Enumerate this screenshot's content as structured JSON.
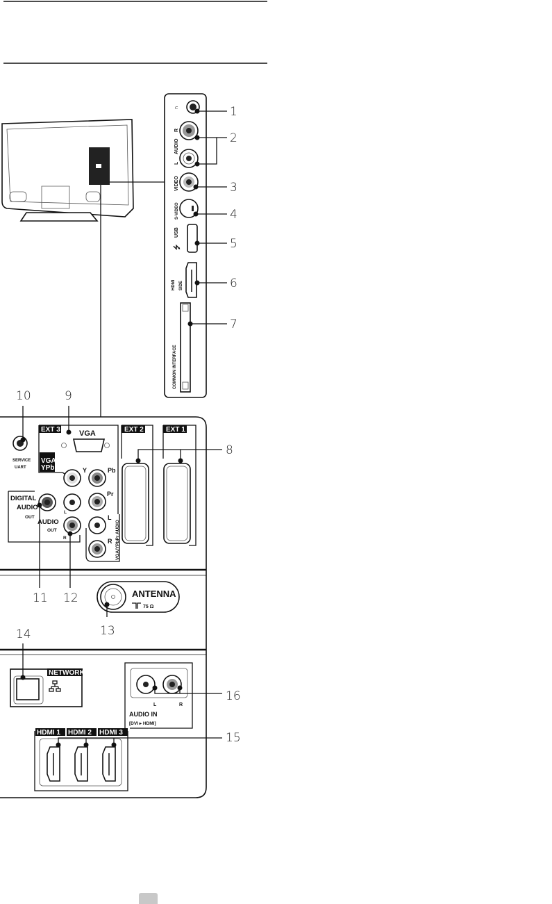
{
  "side_panel": {
    "labels": {
      "headphone": "∩",
      "audio_r": "R",
      "audio": "AUDIO",
      "audio_l": "L",
      "video": "VIDEO",
      "svideo": "S-VIDEO",
      "usb": "USB",
      "hdmi_side_1": "HDMI",
      "hdmi_side_2": "SIDE",
      "common_interface": "COMMON INTERFACE"
    },
    "callouts": [
      "1",
      "2",
      "3",
      "4",
      "5",
      "6",
      "7"
    ]
  },
  "rear_panel": {
    "labels": {
      "service_1": "SERVICE",
      "service_2": "UART",
      "ext3": "EXT 3",
      "vga": "VGA",
      "vga_ypbpr_1": "VGA +",
      "vga_ypbpr_2": "YPbPr",
      "y": "Y",
      "pb": "Pb",
      "pr": "Pr",
      "l": "L",
      "r": "R",
      "vga_ypbpr_audio": "VGA/YPbPr AUDIO",
      "ext2": "EXT 2",
      "ext1": "EXT 1",
      "digital_1": "DIGITAL",
      "digital_2": "AUDIO",
      "digital_3": "OUT",
      "audio_out_l": "L",
      "audio_out_1": "AUDIO",
      "audio_out_2": "OUT",
      "audio_out_r": "R",
      "antenna": "ANTENNA",
      "antenna_ohm": "75 Ω",
      "network": "NETWORK",
      "audio_in_l": "L",
      "audio_in_r": "R",
      "audio_in": "AUDIO IN",
      "audio_in_sub": "[DVI ▸ HDMI]",
      "hdmi1": "HDMI 1",
      "hdmi2": "HDMI 2",
      "hdmi3": "HDMI 3"
    },
    "callouts": {
      "c8": "8",
      "c9": "9",
      "c10": "10",
      "c11": "11",
      "c12": "12",
      "c13": "13",
      "c14": "14",
      "c15": "15",
      "c16": "16"
    }
  }
}
